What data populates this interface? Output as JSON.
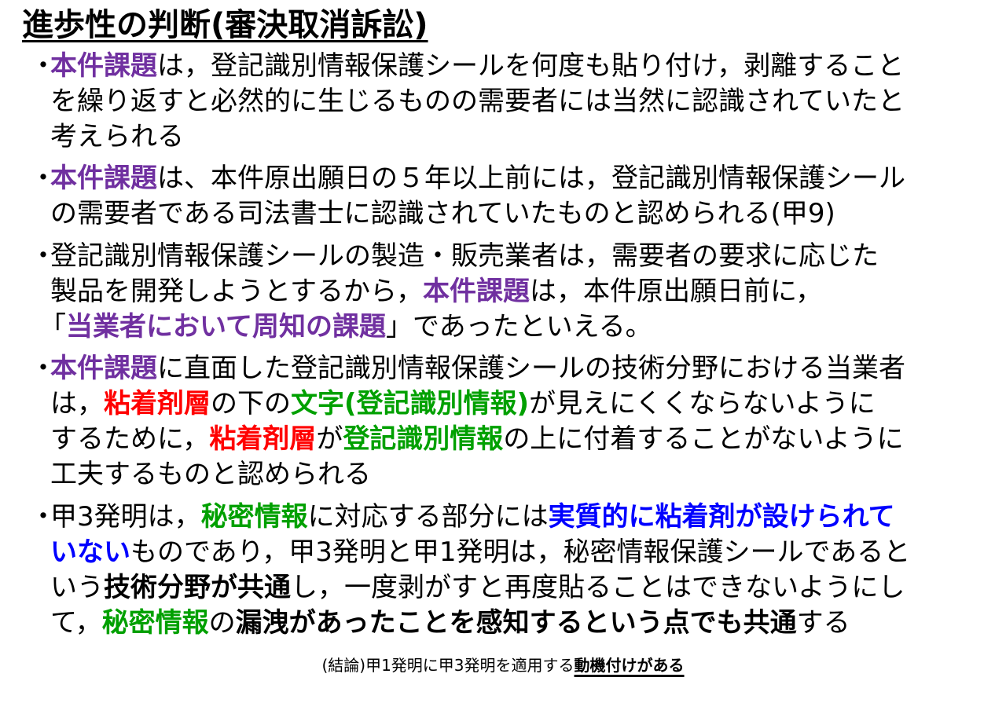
{
  "title": "進歩性の判断(審決取消訴訟)",
  "bullet_marker": "・",
  "b1": {
    "l1": [
      "本件課題",
      "は，登記識別情報保護シールを何度も貼り付け，剥離すること"
    ],
    "l2": "を繰り返すと必然的に生じるものの需要者には当然に認識されていたと",
    "l3": "考えられる"
  },
  "b2": {
    "l1": [
      "本件課題",
      "は、本件原出願日の５年以上前には，登記識別情報保護シール"
    ],
    "l2": "の需要者である司法書士に認識されていたものと認められる(甲9)"
  },
  "b3": {
    "l1": "登記識別情報保護シールの製造・販売業者は，需要者の要求に応じた",
    "l2": [
      "製品を開発しようとするから，",
      "本件課題",
      "は，本件原出願日前に，"
    ],
    "l3": [
      "「",
      "当業者において周知の課題",
      "」であったといえる。"
    ]
  },
  "b4": {
    "l1": [
      "本件課題",
      "に直面した登記識別情報保護シールの技術分野における当業者"
    ],
    "l2": [
      "は，",
      "粘着剤層",
      "の下の",
      "文字(登記識別情報)",
      "が見えにくくならないように"
    ],
    "l3": [
      "するために，",
      "粘着剤層",
      "が",
      "登記識別情報",
      "の上に付着することがないように"
    ],
    "l4": "工夫するものと認められる"
  },
  "b5": {
    "l1": [
      "甲3発明は，",
      "秘密情報",
      "に対応する部分には",
      "実質的に粘着剤が設けられて"
    ],
    "l2": [
      "いない",
      "ものであり，甲3発明と甲1発明は，秘密情報保護シールであると"
    ],
    "l3": [
      "いう",
      "技術分野が共通",
      "し，一度剥がすと再度貼ることはできないようにし"
    ],
    "l4": [
      "て，",
      "秘密情報",
      "の",
      "漏洩があったことを感知するという点でも共通",
      "する"
    ]
  },
  "conclusion": [
    "(結論)甲1発明に甲3発明を適用する",
    "動機付けがある"
  ]
}
